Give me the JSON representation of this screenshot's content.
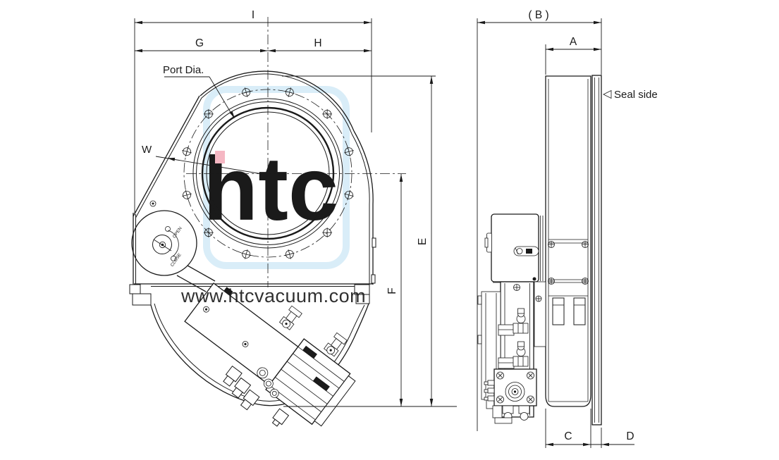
{
  "watermark": {
    "logo_text": "htc",
    "url_text": "www.htcvacuum.com"
  },
  "front_view": {
    "dim_overall_width": "I",
    "dim_center_to_left": "G",
    "dim_center_to_right": "H",
    "dim_overall_height": "E",
    "dim_center_to_bottom": "F",
    "dim_throat": "W",
    "port_label": "Port Dia.",
    "dial": {
      "open_label": "OPEN",
      "close_label": "CLOSE"
    }
  },
  "side_view": {
    "dim_overall_depth": "( B )",
    "dim_body_thickness": "A",
    "dim_body_bottom_width": "C",
    "dim_seal_offset": "D",
    "seal_label": "Seal side"
  },
  "colors": {
    "line": "#1a1a1a",
    "watermark_blue": "#d9edf8",
    "watermark_text_blue": "#d3eaf6",
    "watermark_gray": "#ccd3d9",
    "accent_pink": "#f5b7c3"
  }
}
